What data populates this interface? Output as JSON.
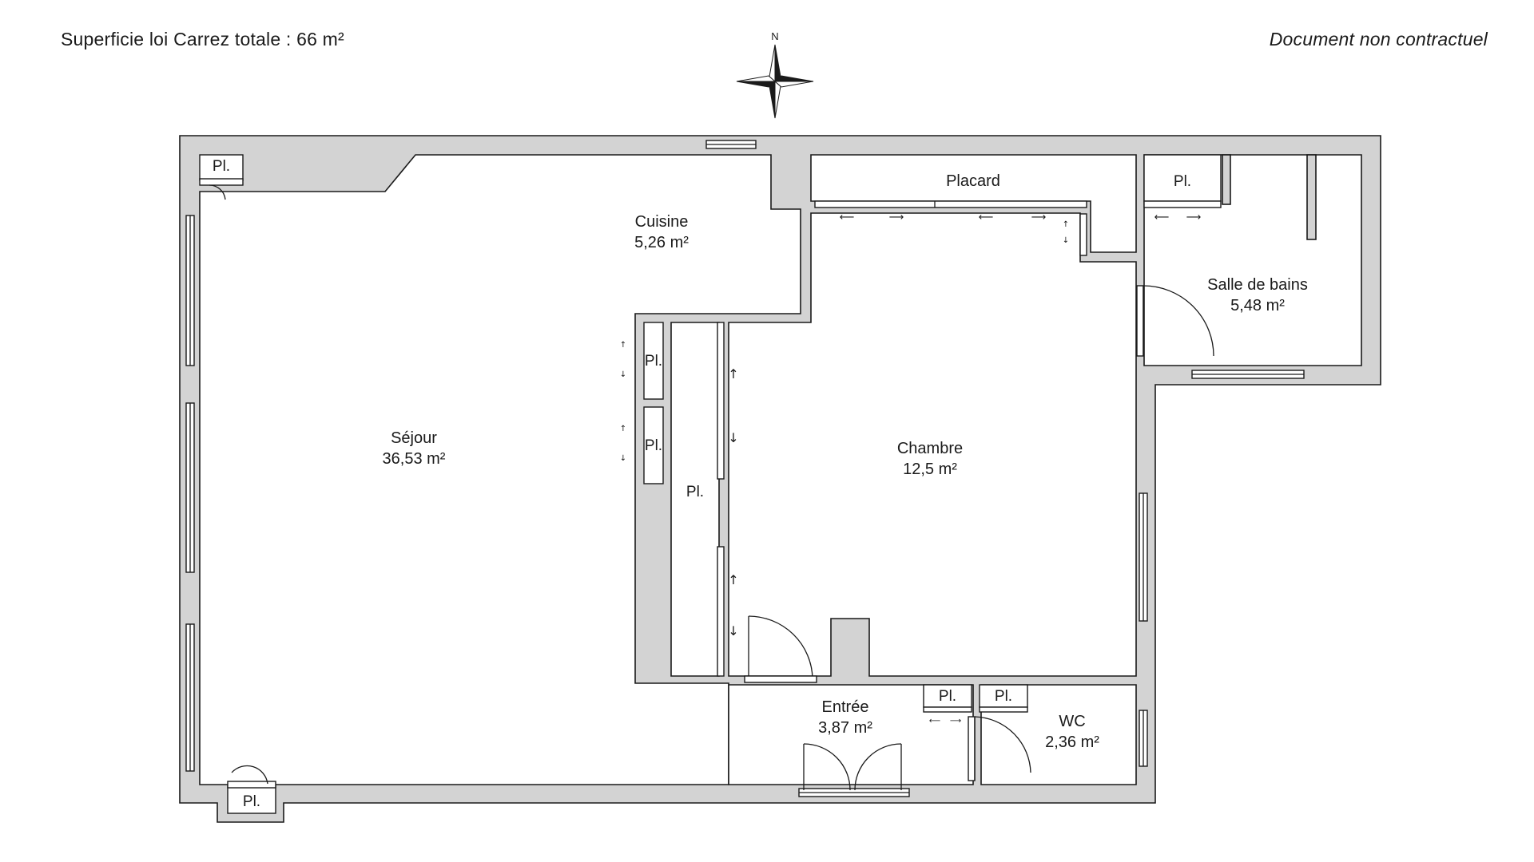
{
  "header": {
    "surface_total": "Superficie loi Carrez totale :  66 m²",
    "disclaimer": "Document non contractuel"
  },
  "compass": {
    "north_label": "N",
    "icon": "compass-rose-icon"
  },
  "rooms": {
    "sejour": {
      "name": "Séjour",
      "area": "36,53 m²"
    },
    "cuisine": {
      "name": "Cuisine",
      "area": "5,26 m²"
    },
    "chambre": {
      "name": "Chambre",
      "area": "12,5 m²"
    },
    "salle_de_bains": {
      "name": "Salle de bains",
      "area": "5,48 m²"
    },
    "entree": {
      "name": "Entrée",
      "area": "3,87 m²"
    },
    "wc": {
      "name": "WC",
      "area": "2,36 m²"
    }
  },
  "storage": {
    "placard": "Placard",
    "pl": "Pl."
  },
  "colors": {
    "wall_fill": "#d3d3d3",
    "line": "#1a1a1a",
    "room_fill": "#ffffff"
  }
}
